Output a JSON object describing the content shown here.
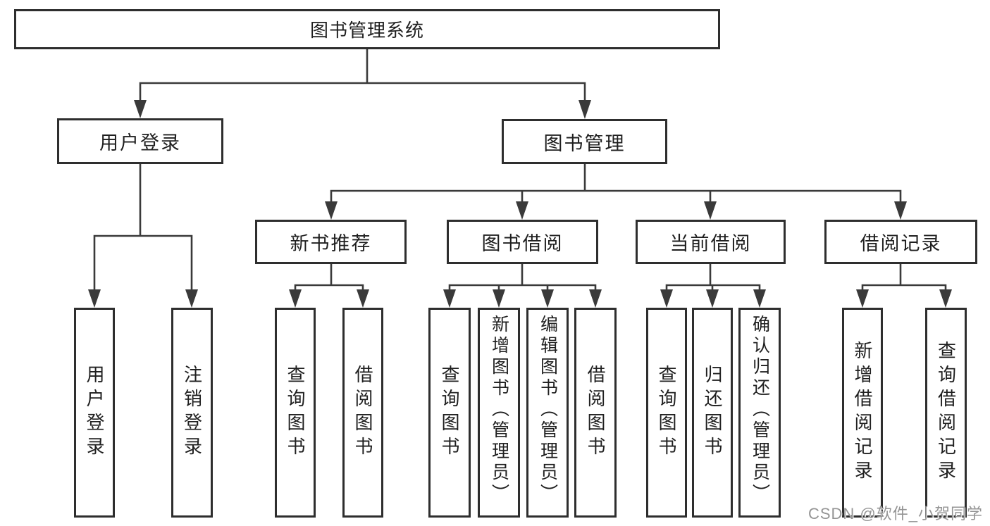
{
  "diagram_title": "图书管理系统",
  "watermark": "CSDN @软件_小贺同学",
  "colors": {
    "line": "#3a3a3a",
    "border": "#2e2e2e",
    "text": "#1f1f1f",
    "background": "#ffffff",
    "watermark": "#949494"
  },
  "tree": {
    "root": {
      "label": "图书管理系统"
    },
    "branches": [
      {
        "label": "用户登录",
        "children": [
          {
            "label": "用户登录"
          },
          {
            "label": "注销登录"
          }
        ]
      },
      {
        "label": "图书管理",
        "children": [
          {
            "label": "新书推荐",
            "children": [
              {
                "label": "查询图书"
              },
              {
                "label": "借阅图书"
              }
            ]
          },
          {
            "label": "图书借阅",
            "children": [
              {
                "label": "查询图书"
              },
              {
                "label": "新增图书（管理员）"
              },
              {
                "label": "编辑图书（管理员）"
              },
              {
                "label": "借阅图书"
              }
            ]
          },
          {
            "label": "当前借阅",
            "children": [
              {
                "label": "查询图书"
              },
              {
                "label": "归还图书"
              },
              {
                "label": "确认归还（管理员）"
              }
            ]
          },
          {
            "label": "借阅记录",
            "children": [
              {
                "label": "新增借阅记录"
              },
              {
                "label": "查询借阅记录"
              }
            ]
          }
        ]
      }
    ]
  }
}
